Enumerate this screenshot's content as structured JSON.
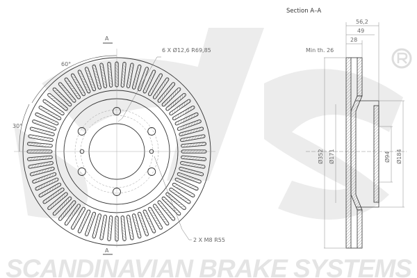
{
  "brand": {
    "logo_text": "sbs",
    "registered_mark": "®",
    "watermark_text": "SCANDINAVIAN BRAKE SYSTEMS",
    "watermark_color": "#e4e4e4"
  },
  "front_view": {
    "section_marker_top": "A",
    "section_marker_bottom": "A",
    "angle_60": "60°",
    "angle_30": "30°",
    "bolt_holes_callout": "6 X Ø12,6   R69,85",
    "thread_holes_callout": "2 X M8   R55",
    "vent_slot_count": 72,
    "bolt_hole_count": 6,
    "thread_hole_count": 2
  },
  "section_view": {
    "title": "Section A–A",
    "dim_overall_height": "56,2",
    "dim_hat_depth": "49",
    "dim_thickness": "28",
    "min_thickness": "Min th. 26",
    "dim_outer_diameter": "Ø352",
    "dim_hat_outer": "Ø171",
    "dim_center_bore": "Ø94",
    "dim_hat_diameter": "Ø184"
  },
  "colors": {
    "line": "#333333",
    "dim": "#777777",
    "hatch": "#888888"
  }
}
